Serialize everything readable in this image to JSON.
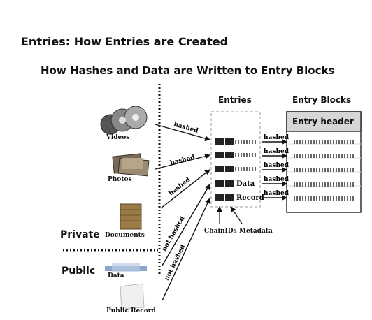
{
  "title": "Entries: How Entries are Created",
  "subtitle": "How Hashes and Data are Written to Entry Blocks",
  "sources": {
    "videos": "Videos",
    "photos": "Photos",
    "documents": "Documents",
    "data": "Data",
    "public_record": "Public Record"
  },
  "zones": {
    "private": "Private",
    "public": "Public"
  },
  "columns": {
    "entries": "Entries",
    "entry_blocks": "Entry Blocks"
  },
  "entry_block_header": "Entry header",
  "entry_rows": [
    "",
    "",
    "",
    "Data",
    "Record"
  ],
  "arrow_labels": {
    "hashed": "hashed",
    "not_hashed": "not hashed"
  },
  "annotations": {
    "chain_ids": "ChainIDs",
    "metadata": "Metadata"
  }
}
